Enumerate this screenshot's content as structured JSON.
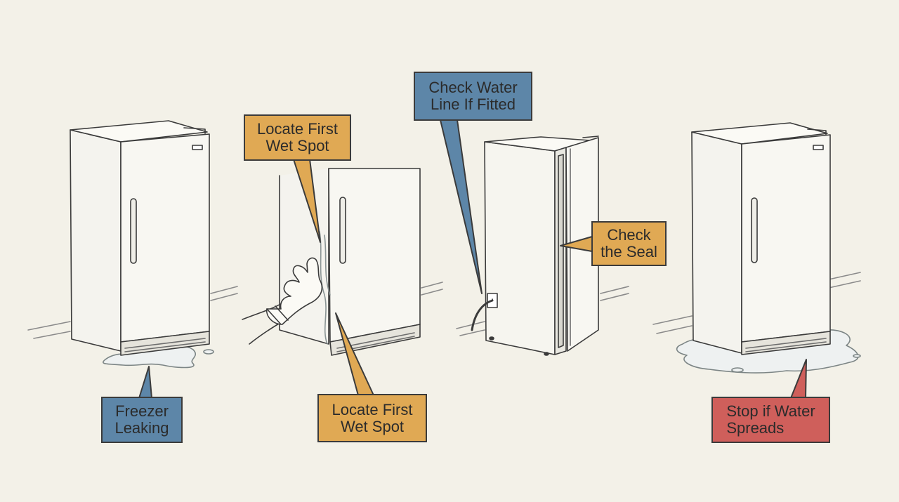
{
  "colors": {
    "background": "#f3f1e8",
    "blue_label": "#5d86a8",
    "amber_label": "#e0a954",
    "red_label": "#cf5f5b",
    "outline": "#3b3b3b",
    "freezer_body": "#f8f7f2",
    "water": "#eef1f1"
  },
  "labels": {
    "freezer_leaking": [
      "Freezer",
      "Leaking"
    ],
    "locate_top": [
      "Locate First",
      "Wet Spot"
    ],
    "locate_bottom": [
      "Locate First",
      "Wet Spot"
    ],
    "check_water_line": [
      "Check Water",
      "Line If Fitted"
    ],
    "check_seal": [
      "Check",
      "the Seal"
    ],
    "stop_water": [
      "Stop if Water",
      "Spreads"
    ]
  },
  "icons": {
    "panel1": "freezer-with-puddle-icon",
    "panel2": "gloved-hand-wiping-freezer-icon",
    "panel3": "open-freezer-door-with-water-line-icon",
    "panel4": "freezer-with-spreading-puddle-icon"
  }
}
